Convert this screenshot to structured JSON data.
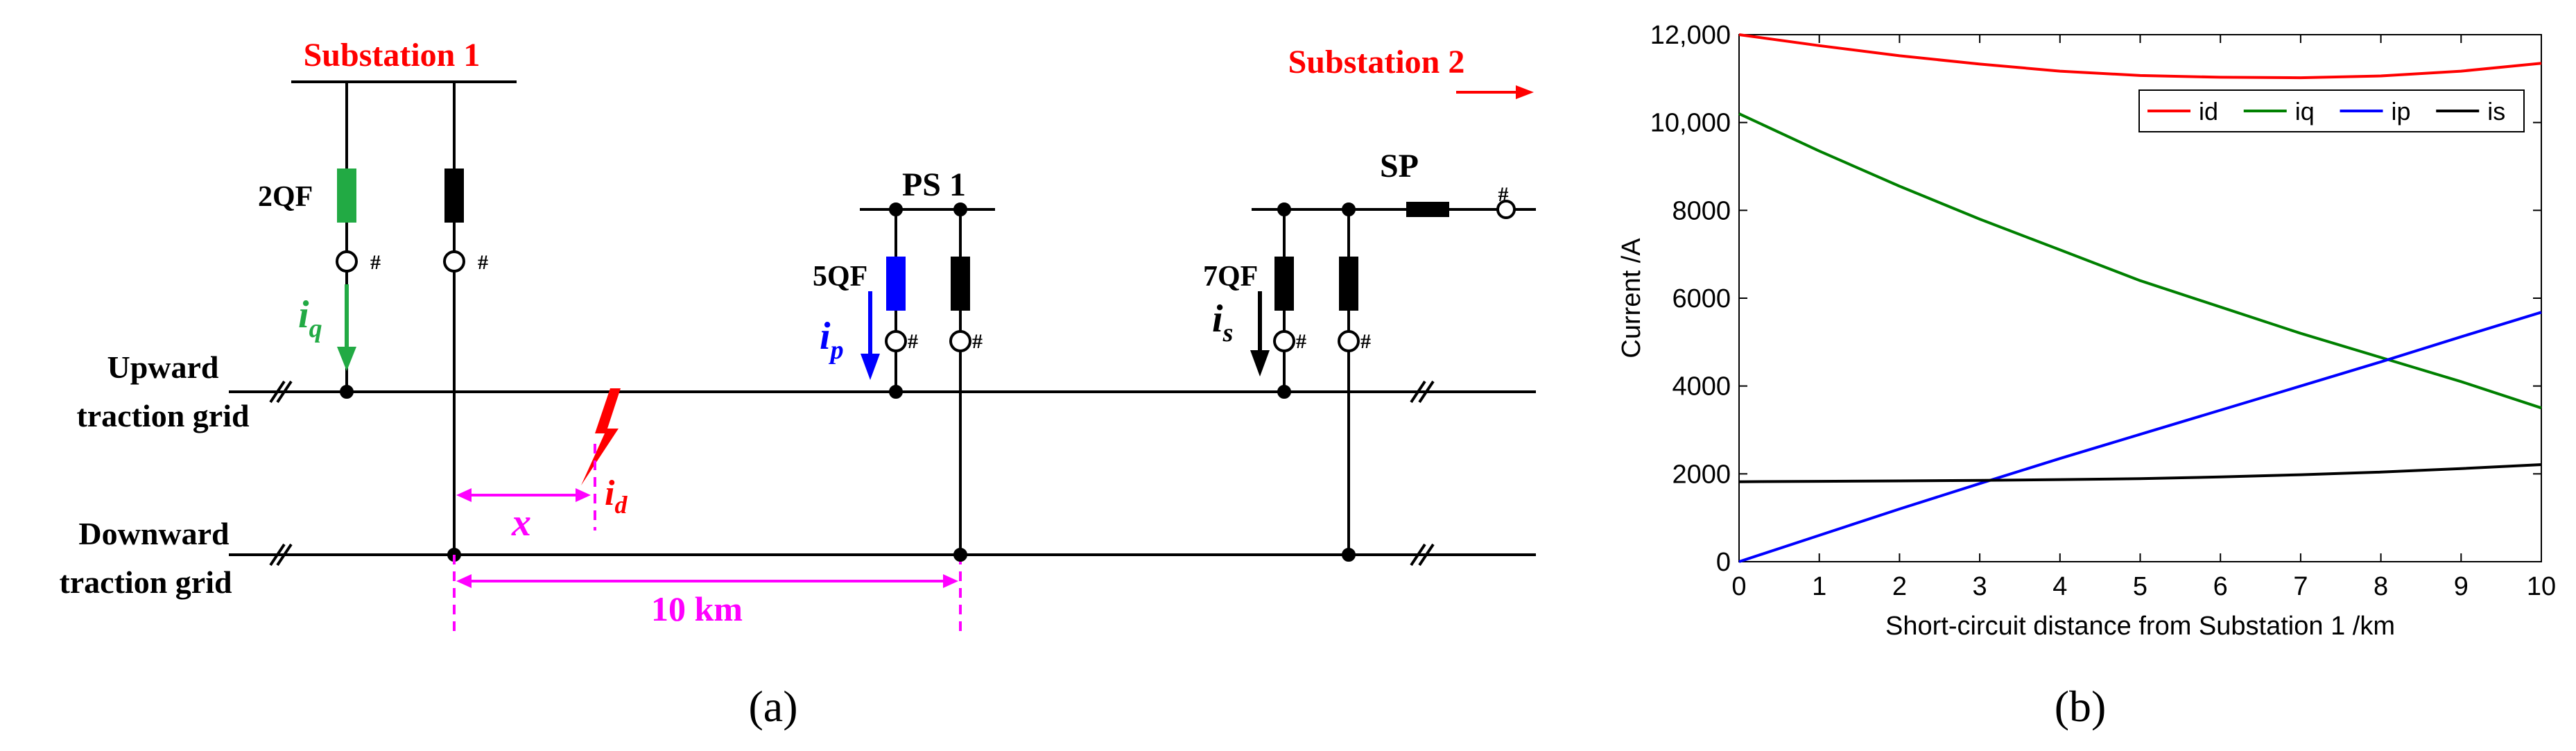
{
  "colors": {
    "red": "#ff0000",
    "green": "#22aa44",
    "blue": "#0000ff",
    "magenta": "#ff00ff",
    "black": "#000000",
    "id_line": "#ff0000",
    "iq_line": "#008000",
    "ip_line": "#0000ff",
    "is_line": "#000000"
  },
  "panel_a": {
    "substation1": "Substation 1",
    "substation2": "Substation 2",
    "ps1": "PS 1",
    "sp": "SP",
    "breaker_2qf": "2QF",
    "breaker_5qf": "5QF",
    "breaker_7qf": "7QF",
    "current_iq": {
      "main": "i",
      "sub": "q"
    },
    "current_ip": {
      "main": "i",
      "sub": "p"
    },
    "current_is": {
      "main": "i",
      "sub": "s"
    },
    "current_id": {
      "main": "i",
      "sub": "d"
    },
    "upward_line1": "Upward",
    "upward_line2": "traction grid",
    "downward_line1": "Downward",
    "downward_line2": "traction grid",
    "distance_x": "x",
    "distance_10km": "10 km",
    "caption": "(a)"
  },
  "panel_b": {
    "caption": "(b)"
  },
  "chart_data": {
    "type": "line",
    "title": "",
    "xlabel": "Short-circuit distance from Substation 1 /km",
    "ylabel": "Current /A",
    "xlim": [
      0,
      10
    ],
    "ylim": [
      0,
      12000
    ],
    "xticks": [
      0,
      1,
      2,
      3,
      4,
      5,
      6,
      7,
      8,
      9,
      10
    ],
    "yticks": [
      0,
      2000,
      4000,
      6000,
      8000,
      10000,
      12000
    ],
    "ytick_labels": [
      "0",
      "2000",
      "4000",
      "6000",
      "8000",
      "10,000",
      "12,000"
    ],
    "grid": false,
    "legend_position": "top-right",
    "x": [
      0,
      1,
      2,
      3,
      4,
      5,
      6,
      7,
      8,
      9,
      10
    ],
    "series": [
      {
        "name": "id",
        "color": "#ff0000",
        "values": [
          12000,
          11750,
          11520,
          11330,
          11170,
          11070,
          11030,
          11020,
          11060,
          11170,
          11350
        ]
      },
      {
        "name": "iq",
        "color": "#008000",
        "values": [
          10200,
          9350,
          8550,
          7800,
          7100,
          6400,
          5800,
          5200,
          4650,
          4100,
          3500
        ]
      },
      {
        "name": "ip",
        "color": "#0000ff",
        "values": [
          0,
          600,
          1200,
          1780,
          2350,
          2900,
          3450,
          4000,
          4550,
          5120,
          5680
        ]
      },
      {
        "name": "is",
        "color": "#000000",
        "values": [
          1820,
          1830,
          1840,
          1850,
          1870,
          1890,
          1930,
          1980,
          2040,
          2120,
          2210
        ]
      }
    ]
  }
}
